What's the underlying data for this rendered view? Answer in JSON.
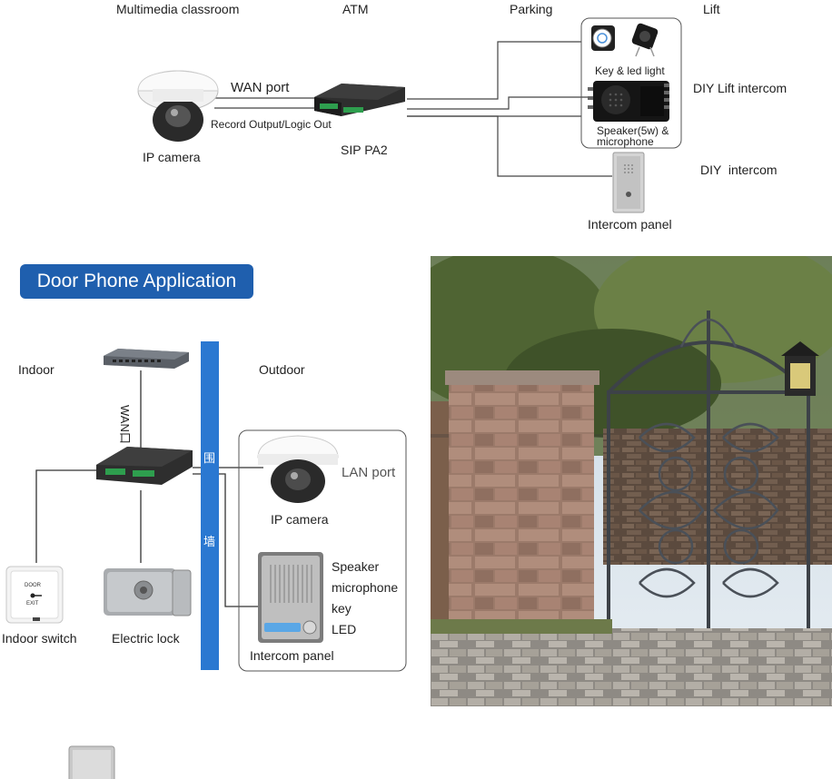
{
  "top": {
    "headers": {
      "multimedia": "Multimedia classroom",
      "atm": "ATM",
      "parking": "Parking",
      "lift": "Lift"
    },
    "labels": {
      "wan_port": "WAN port",
      "record_output": "Record Output/Logic Out",
      "ip_camera": "IP camera",
      "sip_pa2": "SIP PA2",
      "key_led": "Key & led light",
      "speaker_mic_1": "Speaker(5w) &",
      "speaker_mic_2": "microphone",
      "diy_lift": "DIY Lift intercom",
      "diy_intercom": "DIY  intercom",
      "intercom_panel": "Intercom panel"
    }
  },
  "door": {
    "title": "Door Phone Application",
    "indoor": "Indoor",
    "outdoor": "Outdoor",
    "wan": "WAN口",
    "wall_1": "围",
    "wall_2": "墙",
    "lan_port": "LAN port",
    "ip_camera": "IP camera",
    "speaker": "Speaker",
    "microphone": "microphone",
    "key": "key",
    "led": "LED",
    "intercom_panel": "Intercom panel",
    "indoor_switch": "Indoor switch",
    "electric_lock": "Electric lock",
    "door_exit_1": "DOOR",
    "door_exit_2": "EXIT"
  },
  "colors": {
    "badge": "#1f5fae",
    "wall": "#2a78d1"
  }
}
